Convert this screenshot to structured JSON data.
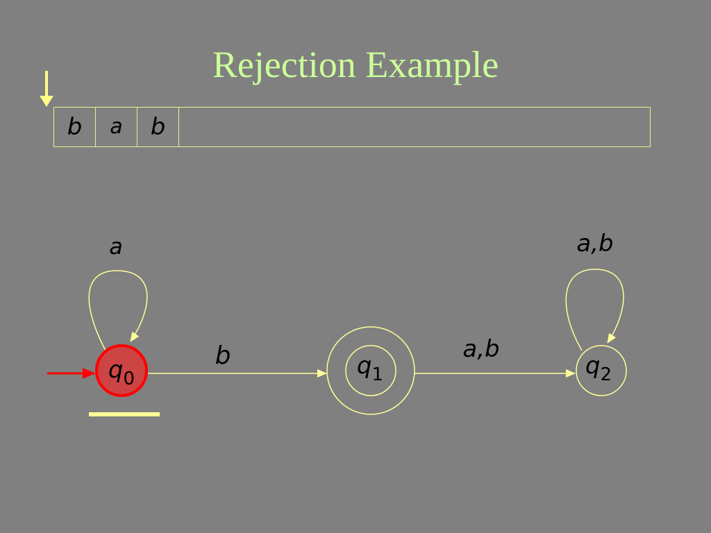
{
  "title": "Rejection Example",
  "colors": {
    "background": "#808080",
    "title": "#ccff99",
    "line": "#ffff99",
    "active_state_fill": "#cc4444",
    "active_state_stroke": "#ff0000",
    "start_arrow": "#ff0000",
    "head_marker": "#ffff88"
  },
  "tape": {
    "cells": [
      "b",
      "a",
      "b"
    ]
  },
  "states": {
    "q0": {
      "name": "q",
      "sub": "0"
    },
    "q1": {
      "name": "q",
      "sub": "1"
    },
    "q2": {
      "name": "q",
      "sub": "2"
    }
  },
  "transitions": {
    "q0_loop": "a",
    "q0_to_q1": "b",
    "q1_to_q2": "a,b",
    "q2_loop": "a,b"
  }
}
